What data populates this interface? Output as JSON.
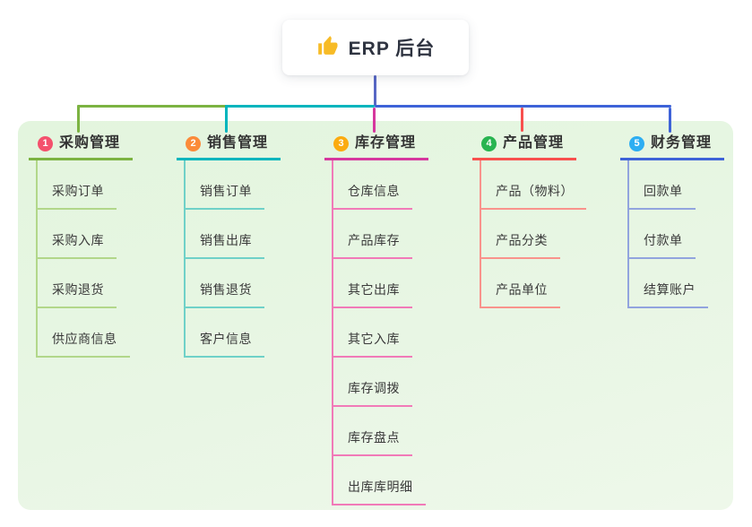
{
  "root": {
    "title": "ERP 后台",
    "icon": "thumbs-up-icon",
    "icon_color": "#f7bb26"
  },
  "colors": {
    "root_line": "#5767c5",
    "panel_top": "#e3f5de",
    "panel_bottom": "#eef8ea",
    "card_bg": "#ffffff",
    "text": "#333333"
  },
  "branches": [
    {
      "badge": "1",
      "label": "采购管理",
      "badge_color": "#f4516d",
      "line_color": "#7cb342",
      "child_line_color": "#b2d78a",
      "children": [
        "采购订单",
        "采购入库",
        "采购退货",
        "供应商信息"
      ]
    },
    {
      "badge": "2",
      "label": "销售管理",
      "badge_color": "#fb8b3a",
      "line_color": "#00b5bd",
      "child_line_color": "#6fd1c8",
      "children": [
        "销售订单",
        "销售出库",
        "销售退货",
        "客户信息"
      ]
    },
    {
      "badge": "3",
      "label": "库存管理",
      "badge_color": "#fbab10",
      "line_color": "#d6379e",
      "child_line_color": "#f17ab8",
      "children": [
        "仓库信息",
        "产品库存",
        "其它出库",
        "其它入库",
        "库存调拨",
        "库存盘点",
        "出库库明细"
      ]
    },
    {
      "badge": "4",
      "label": "产品管理",
      "badge_color": "#28b450",
      "line_color": "#f8504e",
      "child_line_color": "#f9938c",
      "children": [
        "产品（物料）",
        "产品分类",
        "产品单位"
      ]
    },
    {
      "badge": "5",
      "label": "财务管理",
      "badge_color": "#2daef2",
      "line_color": "#3e63d8",
      "child_line_color": "#92a4de",
      "children": [
        "回款单",
        "付款单",
        "结算账户"
      ]
    }
  ]
}
